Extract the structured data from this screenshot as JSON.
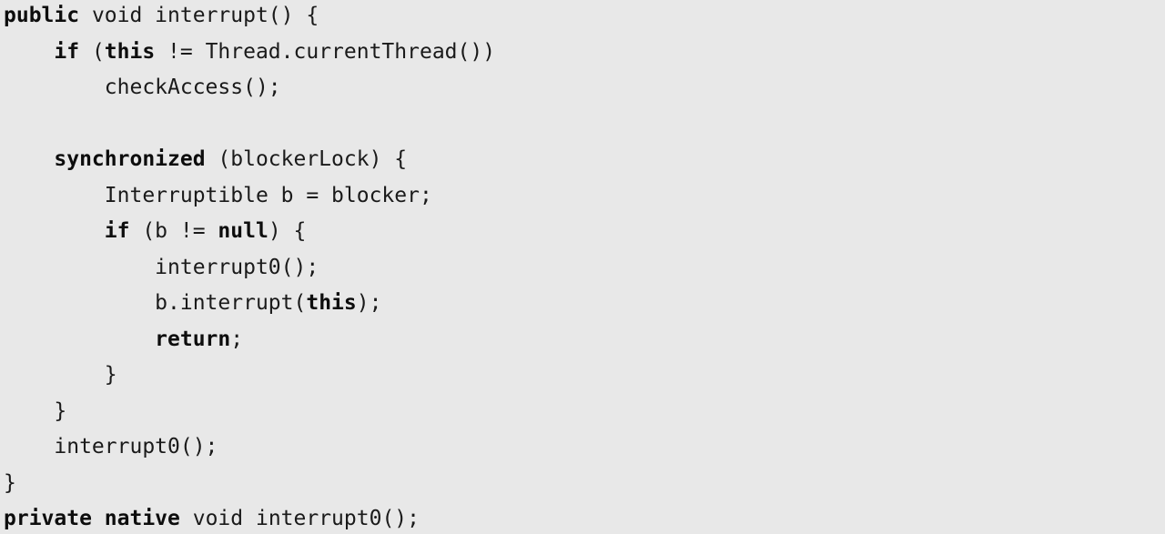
{
  "code": {
    "indent_unit": "    ",
    "lines": [
      {
        "indent": 0,
        "tokens": [
          {
            "kw": true,
            "text": "public"
          },
          {
            "kw": false,
            "text": " void interrupt() {"
          }
        ]
      },
      {
        "indent": 1,
        "tokens": [
          {
            "kw": true,
            "text": "if"
          },
          {
            "kw": false,
            "text": " ("
          },
          {
            "kw": true,
            "text": "this"
          },
          {
            "kw": false,
            "text": " != Thread.currentThread())"
          }
        ]
      },
      {
        "indent": 2,
        "tokens": [
          {
            "kw": false,
            "text": "checkAccess();"
          }
        ]
      },
      {
        "indent": 0,
        "tokens": []
      },
      {
        "indent": 1,
        "tokens": [
          {
            "kw": true,
            "text": "synchronized"
          },
          {
            "kw": false,
            "text": " (blockerLock) {"
          }
        ]
      },
      {
        "indent": 2,
        "tokens": [
          {
            "kw": false,
            "text": "Interruptible b = blocker;"
          }
        ]
      },
      {
        "indent": 2,
        "tokens": [
          {
            "kw": true,
            "text": "if"
          },
          {
            "kw": false,
            "text": " (b != "
          },
          {
            "kw": true,
            "text": "null"
          },
          {
            "kw": false,
            "text": ") {"
          }
        ]
      },
      {
        "indent": 3,
        "tokens": [
          {
            "kw": false,
            "text": "interrupt0();"
          }
        ]
      },
      {
        "indent": 3,
        "tokens": [
          {
            "kw": false,
            "text": "b.interrupt("
          },
          {
            "kw": true,
            "text": "this"
          },
          {
            "kw": false,
            "text": ");"
          }
        ]
      },
      {
        "indent": 3,
        "tokens": [
          {
            "kw": true,
            "text": "return"
          },
          {
            "kw": false,
            "text": ";"
          }
        ]
      },
      {
        "indent": 2,
        "tokens": [
          {
            "kw": false,
            "text": "}"
          }
        ]
      },
      {
        "indent": 1,
        "tokens": [
          {
            "kw": false,
            "text": "}"
          }
        ]
      },
      {
        "indent": 1,
        "tokens": [
          {
            "kw": false,
            "text": "interrupt0();"
          }
        ]
      },
      {
        "indent": 0,
        "tokens": [
          {
            "kw": false,
            "text": "}"
          }
        ]
      },
      {
        "indent": 0,
        "tokens": [
          {
            "kw": true,
            "text": "private"
          },
          {
            "kw": false,
            "text": " "
          },
          {
            "kw": true,
            "text": "native"
          },
          {
            "kw": false,
            "text": " void interrupt0();"
          }
        ]
      }
    ]
  }
}
